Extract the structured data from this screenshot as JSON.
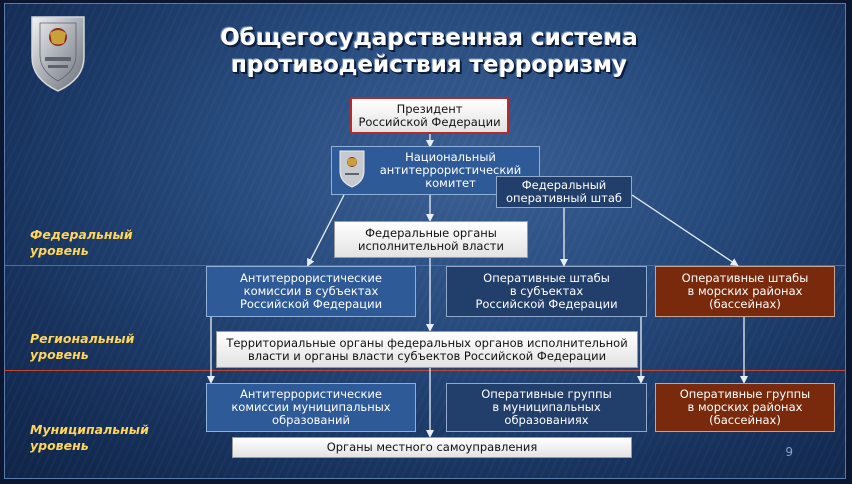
{
  "title": {
    "line1": "Общегосударственная система",
    "line2": "противодействия терроризму"
  },
  "levels": {
    "federal": [
      "Федеральный",
      "уровень"
    ],
    "regional": [
      "Региональный",
      "уровень"
    ],
    "municipal": [
      "Муниципальный",
      "уровень"
    ]
  },
  "nodes": {
    "president": [
      "Президент",
      "Российской Федерации"
    ],
    "nak": [
      "Национальный",
      "антитеррористический",
      "комитет"
    ],
    "fos": [
      "Федеральный",
      "оперативный штаб"
    ],
    "foiv": [
      "Федеральные органы",
      "исполнительной власти"
    ],
    "ak_subjects": [
      "Антитеррористические",
      "комиссии в субъектах",
      "Российской Федерации"
    ],
    "os_subjects": [
      "Оперативные штабы",
      "в субъектах",
      "Российской Федерации"
    ],
    "os_sea": [
      "Оперативные штабы",
      "в морских районах",
      "(бассейнах)"
    ],
    "territorial": [
      "Территориальные органы федеральных органов исполнительной",
      "власти и органы власти субъектов Российской Федерации"
    ],
    "ak_municipal": [
      "Антитеррористические",
      "комиссии муниципальных",
      "образований"
    ],
    "og_municipal": [
      "Оперативные группы",
      "в муниципальных",
      "образованиях"
    ],
    "og_sea": [
      "Оперативные группы",
      "в морских районах",
      "(бассейнах)"
    ],
    "local_gov": [
      "Органы местного самоуправления"
    ]
  },
  "emblem_icon": "double-headed-eagle-shield-icon",
  "page_number": "9"
}
